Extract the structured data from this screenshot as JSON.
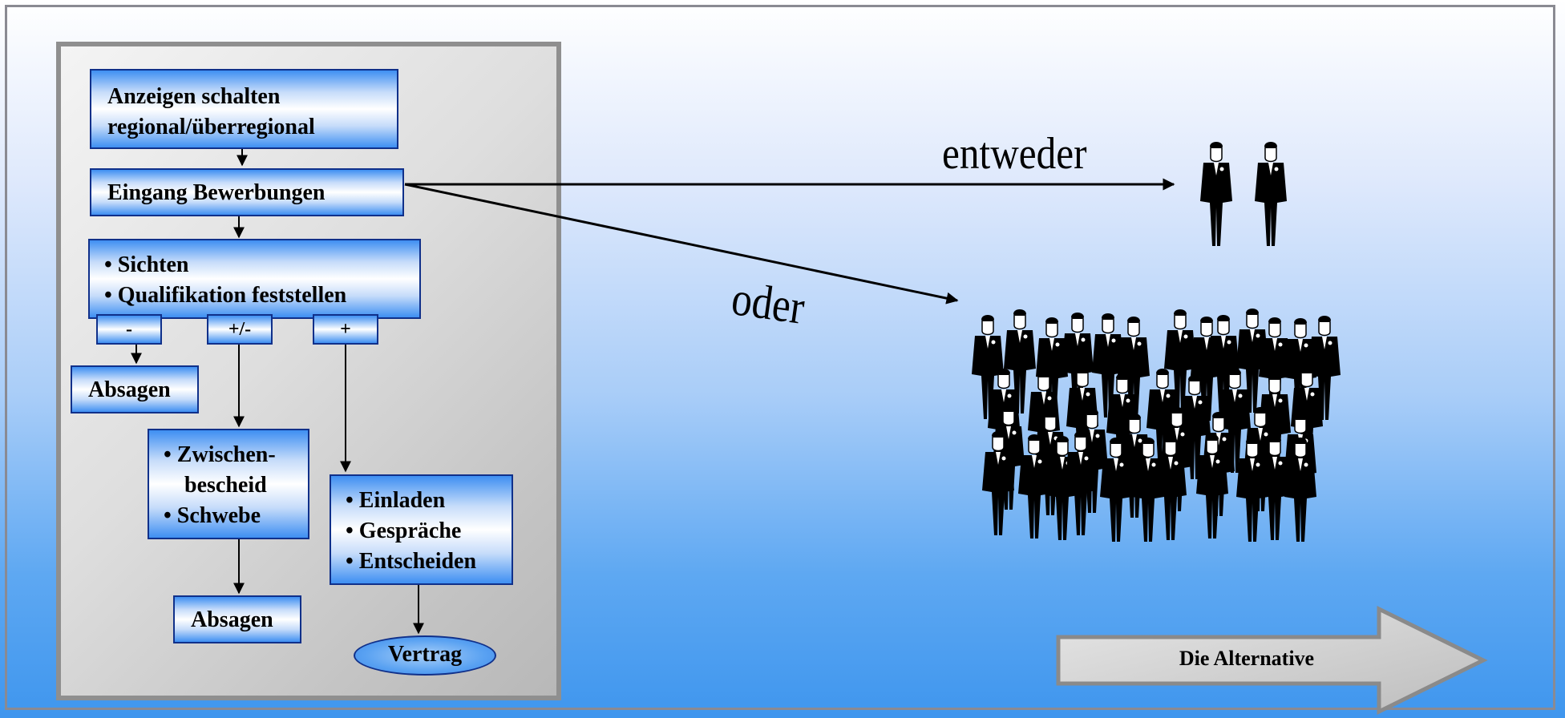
{
  "flow": {
    "box_ads": [
      "Anzeigen schalten",
      "regional/überregional"
    ],
    "box_incoming": "Eingang Bewerbungen",
    "box_screen": [
      "• Sichten",
      "• Qualifikation feststellen"
    ],
    "tab_minus": "-",
    "tab_plusminus": "+/-",
    "tab_plus": "+",
    "rejections_1": "Absagen",
    "box_interim": [
      "• Zwischen-",
      "bescheid",
      "• Schwebe"
    ],
    "rejections_2": "Absagen",
    "box_invite": [
      "• Einladen",
      "• Gespräche",
      "• Entscheiden"
    ],
    "contract": "Vertrag"
  },
  "right": {
    "either": "entweder",
    "or": "oder",
    "alternative": "Die Alternative"
  },
  "colors": {
    "box_blue": "#3e8ff2",
    "box_border": "#10308a",
    "panel_gray": "#d0d0d0"
  }
}
